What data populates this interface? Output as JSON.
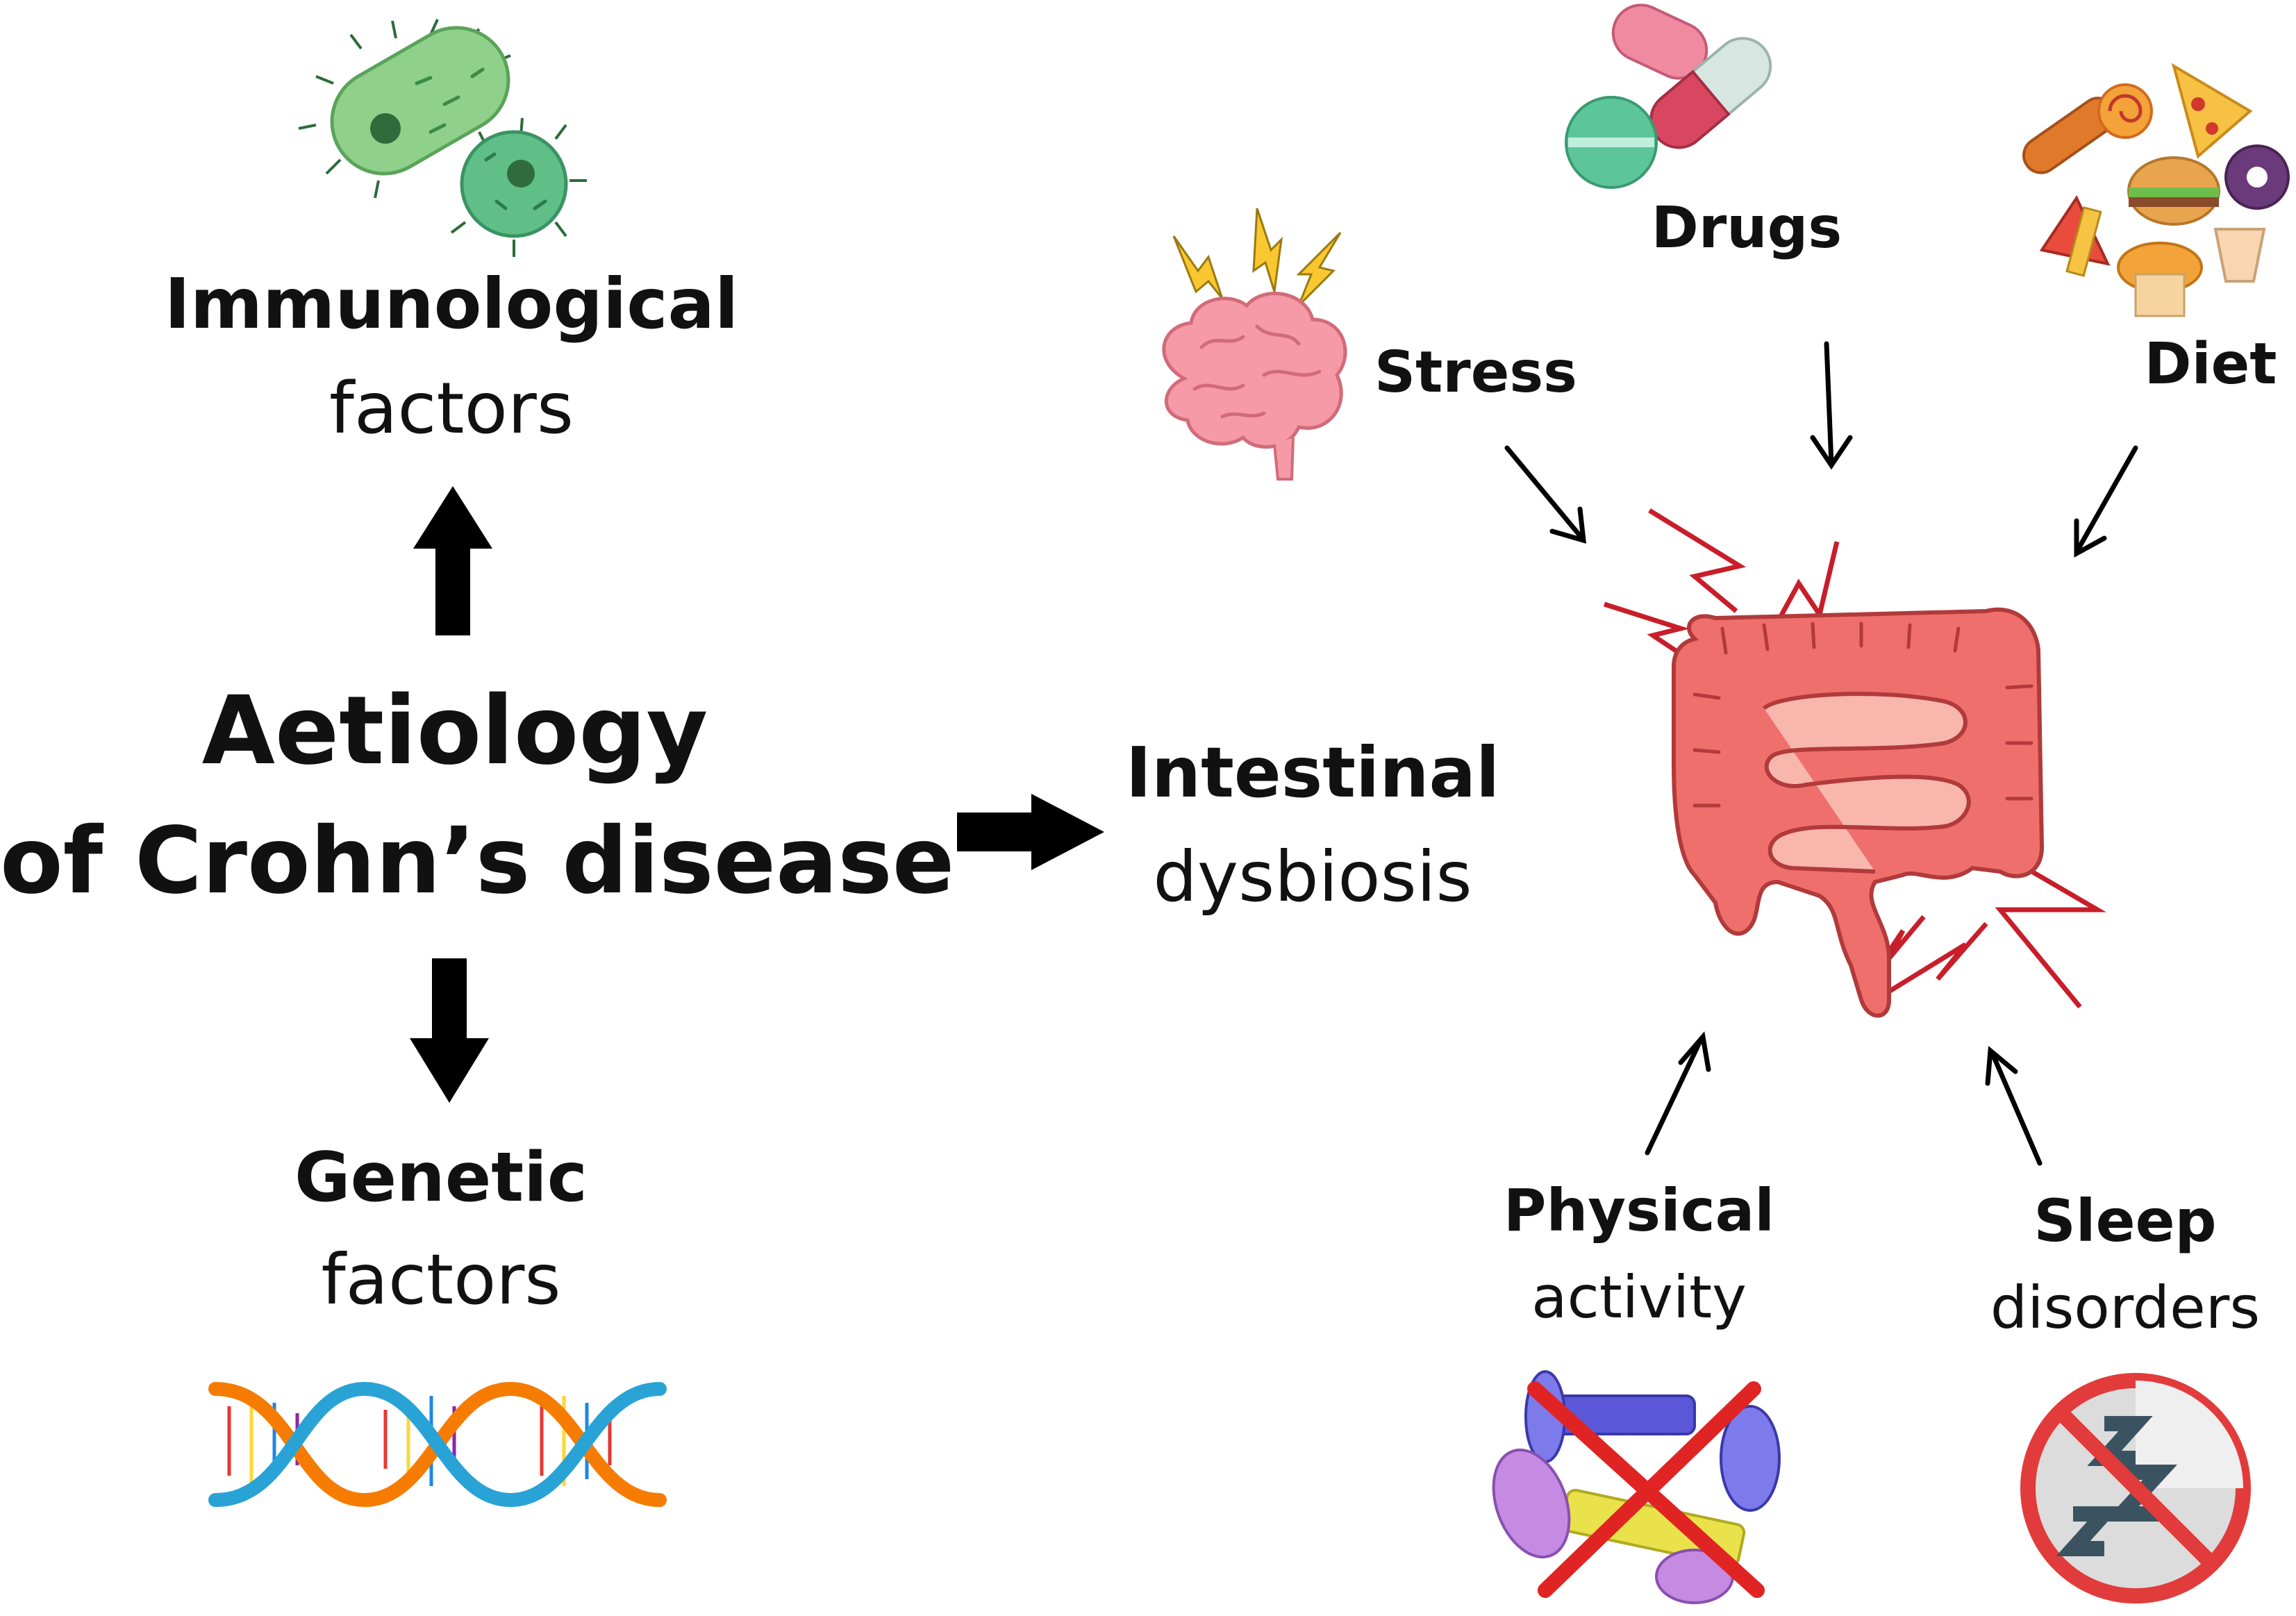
{
  "center": {
    "line1": "Aetiology",
    "line2": "of Crohn’s disease"
  },
  "immunological": {
    "title": "Immunological",
    "subtitle": "factors",
    "icon": "bacteria-icon"
  },
  "genetic": {
    "title": "Genetic",
    "subtitle": "factors",
    "icon": "dna-icon"
  },
  "dysbiosis": {
    "title": "Intestinal",
    "subtitle": "dysbiosis",
    "icon": "intestine-icon"
  },
  "stress": {
    "title": "Stress",
    "icon": "brain-icon"
  },
  "drugs": {
    "title": "Drugs",
    "icon": "pills-icon"
  },
  "diet": {
    "title": "Diet",
    "icon": "junk-food-icon"
  },
  "physical": {
    "title": "Physical",
    "subtitle": "activity",
    "icon": "no-dumbbell-icon"
  },
  "sleep": {
    "title": "Sleep",
    "subtitle": "disorders",
    "icon": "no-sleep-icon"
  },
  "colors": {
    "bacteria": "#7cc576",
    "intestine": "#ef6f6c",
    "bolt": "#c81e2a",
    "arrow": "#000000"
  }
}
